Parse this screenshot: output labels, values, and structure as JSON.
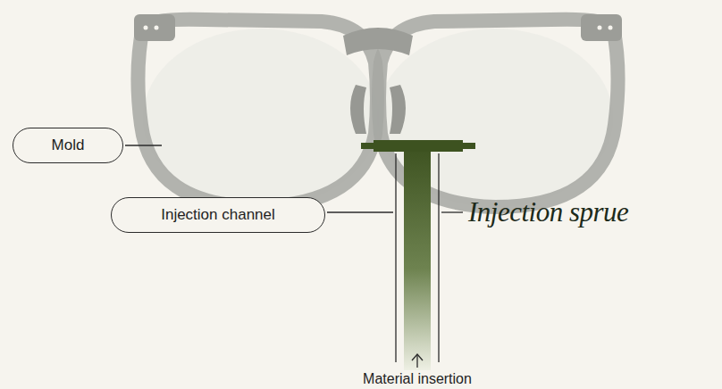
{
  "diagram": {
    "nodes": [
      {
        "text": [
          "Mold"
        ]
      },
      {
        "text": [
          "Injection channel"
        ]
      }
    ],
    "labels": [
      "Injection sprue",
      "Material insertion"
    ]
  }
}
